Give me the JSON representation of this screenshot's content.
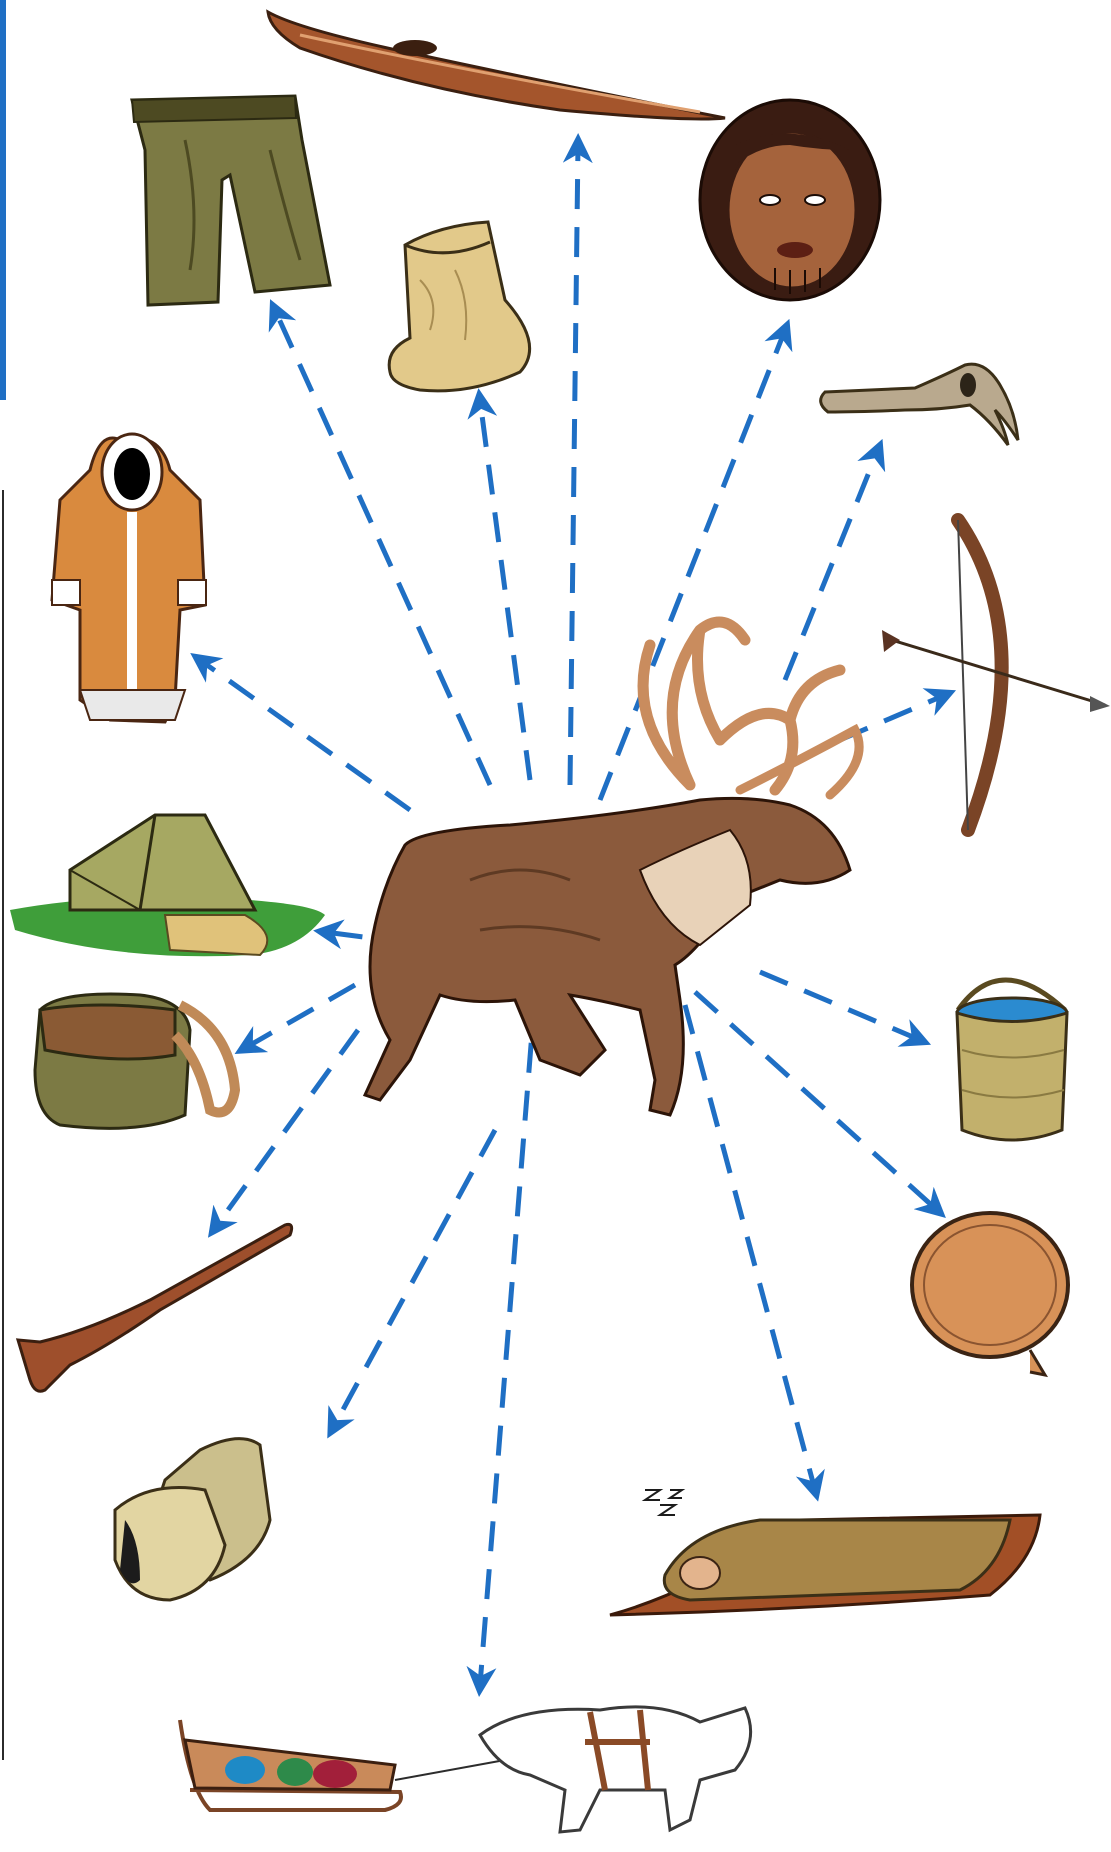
{
  "diagram": {
    "center": {
      "id": "caribou",
      "icon": "caribou-icon"
    },
    "items": [
      {
        "id": "kayak",
        "icon": "kayak-icon"
      },
      {
        "id": "pants",
        "icon": "pants-icon"
      },
      {
        "id": "boot",
        "icon": "boot-icon"
      },
      {
        "id": "face-tattoo",
        "icon": "face-icon"
      },
      {
        "id": "scraper-tool",
        "icon": "scraper-icon"
      },
      {
        "id": "bow-and-arrow",
        "icon": "bow-icon"
      },
      {
        "id": "parka",
        "icon": "parka-icon"
      },
      {
        "id": "tent",
        "icon": "tent-icon"
      },
      {
        "id": "bag",
        "icon": "bag-icon"
      },
      {
        "id": "bucket",
        "icon": "bucket-icon"
      },
      {
        "id": "drum",
        "icon": "drum-icon"
      },
      {
        "id": "rifle",
        "icon": "rifle-icon"
      },
      {
        "id": "mittens",
        "icon": "mittens-icon"
      },
      {
        "id": "sleeping-bag",
        "icon": "sleeping-bag-icon"
      },
      {
        "id": "dog-sled",
        "icon": "dog-sled-icon"
      }
    ]
  },
  "colors": {
    "arrow": "#1f6fc4",
    "left_rule": "#1f6fc4",
    "caribou_body": "#8b5a3c",
    "antler": "#c98c5e",
    "leather": "#c8a46a",
    "olive": "#7c7a44",
    "grass": "#3f9e3a"
  }
}
